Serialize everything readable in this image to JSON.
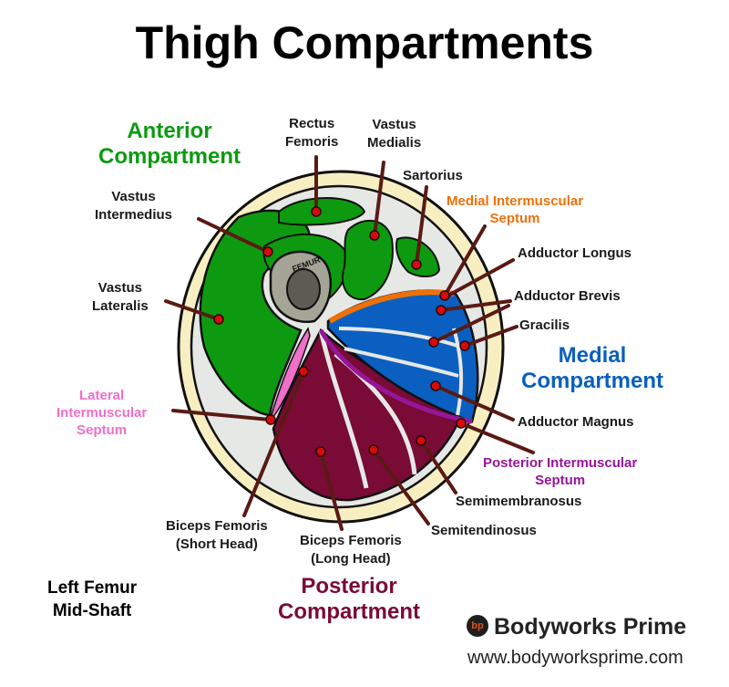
{
  "title": "Thigh Compartments",
  "colors": {
    "anterior": "#0d9a10",
    "medial": "#0a5fc0",
    "posterior": "#7a0a36",
    "lateral_septum": "#f06fc8",
    "medial_septum": "#f07008",
    "posterior_septum": "#96169a",
    "skin": "#f7efc2",
    "bone": "#a4a596",
    "marrow": "#5c5c55",
    "marker": "#d80a0a",
    "leader": "#5a1a14"
  },
  "bone_label": "FEMUR",
  "compartments": {
    "anterior": [
      "Anterior",
      "Compartment"
    ],
    "medial": [
      "Medial",
      "Compartment"
    ],
    "posterior": [
      "Posterior",
      "Compartment"
    ]
  },
  "septa": {
    "lateral": [
      "Lateral",
      "Intermuscular",
      "Septum"
    ],
    "medial": [
      "Medial Intermuscular",
      "Septum"
    ],
    "posterior": [
      "Posterior Intermuscular",
      "Septum"
    ]
  },
  "muscles": {
    "rectus_femoris": [
      "Rectus",
      "Femoris"
    ],
    "vastus_medialis": [
      "Vastus",
      "Medialis"
    ],
    "sartorius": "Sartorius",
    "vastus_intermedius": [
      "Vastus",
      "Intermedius"
    ],
    "vastus_lateralis": [
      "Vastus",
      "Lateralis"
    ],
    "adductor_longus": "Adductor Longus",
    "adductor_brevis": "Adductor Brevis",
    "gracilis": "Gracilis",
    "adductor_magnus": "Adductor Magnus",
    "semimembranosus": "Semimembranosus",
    "semitendinosus": "Semitendinosus",
    "biceps_short": [
      "Biceps Femoris",
      "(Short Head)"
    ],
    "biceps_long": [
      "Biceps Femoris",
      "(Long Head)"
    ]
  },
  "caption": [
    "Left Femur",
    "Mid-Shaft"
  ],
  "brand": {
    "name": "Bodyworks Prime",
    "url": "www.bodyworksprime.com",
    "logo_text": "bp"
  }
}
